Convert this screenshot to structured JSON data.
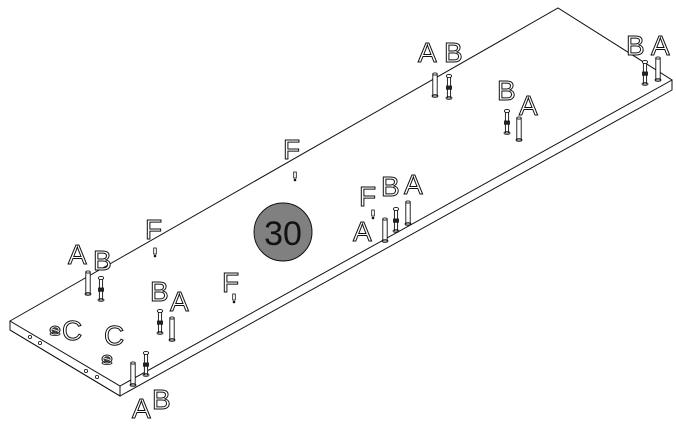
{
  "step_number": "30",
  "colors": {
    "line": "#111111",
    "badge_fill": "#808080",
    "background": "#ffffff"
  },
  "labels": {
    "ab_top": [
      "A",
      "B"
    ],
    "ba_top_right": [
      "B",
      "A"
    ],
    "ba_right_middle": [
      "B",
      "A"
    ],
    "f_top": "F",
    "fba_center": [
      "F",
      "B",
      "A"
    ],
    "a_center": "A",
    "f_left": "F",
    "ab_left": [
      "A",
      "B"
    ],
    "f_center_low": "F",
    "ba_left_low": [
      "B",
      "A"
    ],
    "c_front_1": "C",
    "c_front_2": "C",
    "ab_bottom": [
      "A",
      "B"
    ]
  },
  "parts": {
    "dowel": "dowel",
    "cam_bolt": "cam-bolt",
    "cam_lock": "cam-lock",
    "shelf_pin_hole": "shelf-pin-hole"
  }
}
